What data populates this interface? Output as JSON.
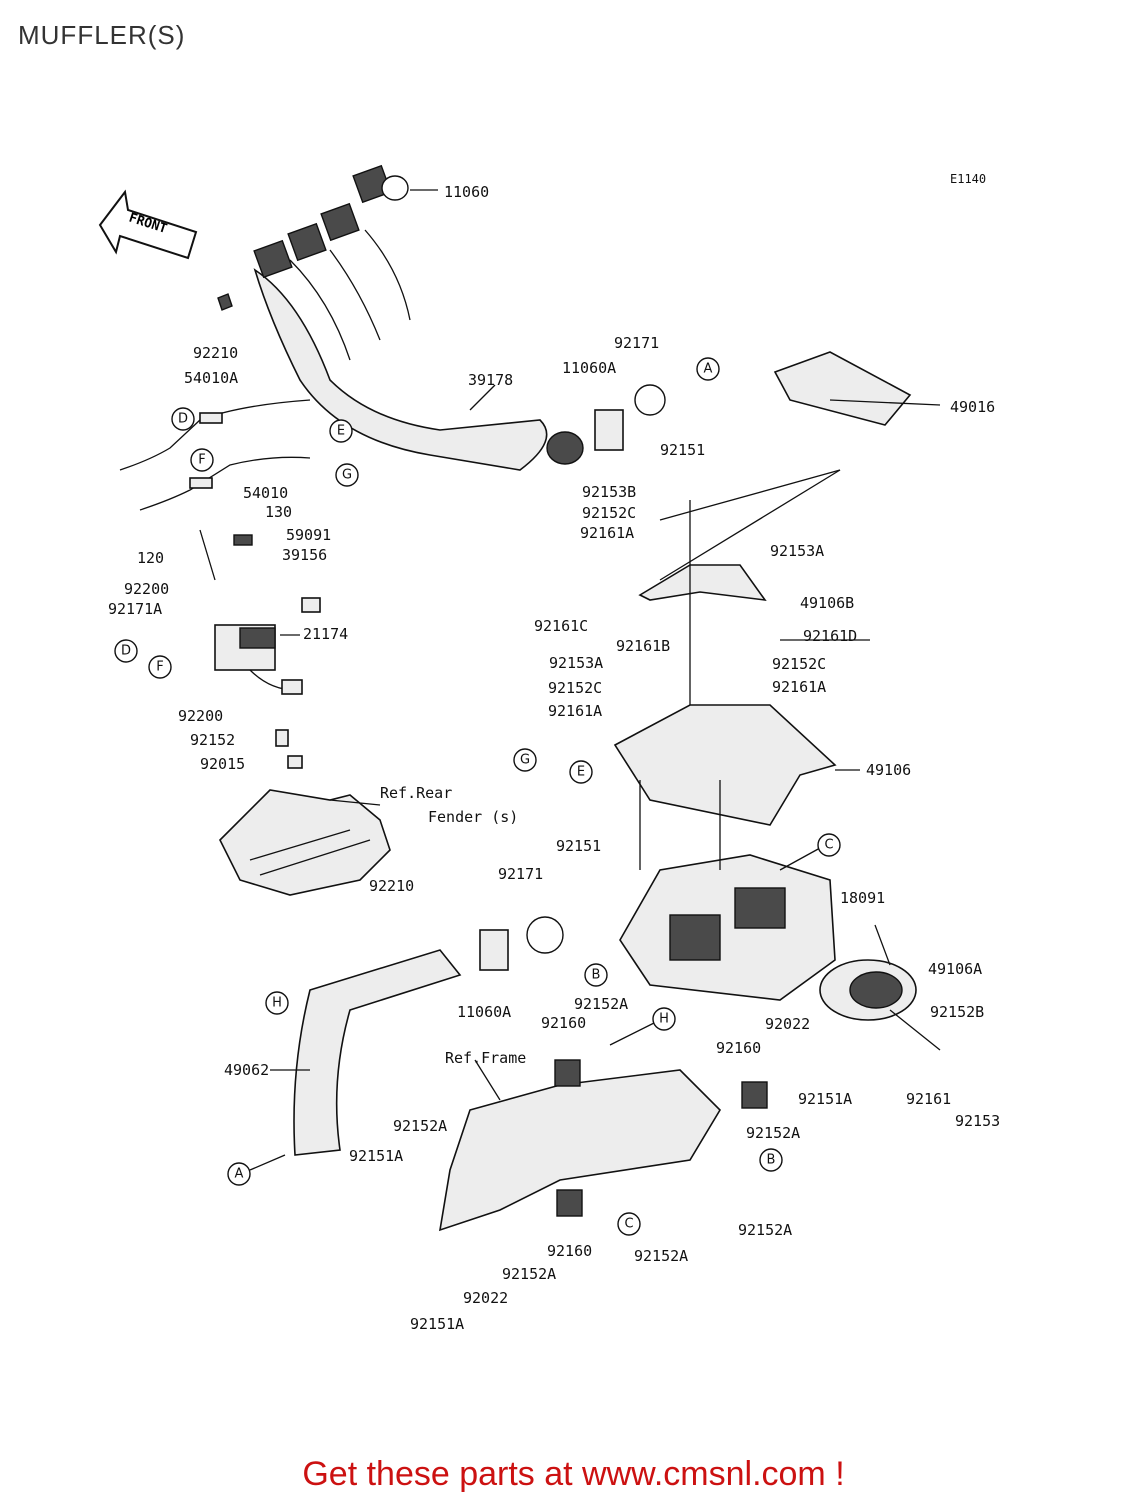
{
  "page": {
    "title": "MUFFLER(S)",
    "promo": "Get these parts at www.cmsnl.com !",
    "diagram_code": "E1140",
    "front_label": "FRONT"
  },
  "callouts": [
    "A",
    "A",
    "B",
    "B",
    "C",
    "C",
    "D",
    "D",
    "E",
    "E",
    "F",
    "F",
    "G",
    "G",
    "H",
    "H"
  ],
  "parts": [
    "11060",
    "92210",
    "54010A",
    "39178",
    "11060A",
    "92171",
    "92151",
    "49016",
    "54010",
    "130",
    "120",
    "59091",
    "39156",
    "92200",
    "92171A",
    "21174",
    "92153B",
    "92152C",
    "92161A",
    "92153A",
    "49106B",
    "92161C",
    "92161B",
    "92161D",
    "92153A",
    "92152C",
    "92152C",
    "92161A",
    "92161A",
    "49106",
    "92200",
    "92152",
    "92015",
    "92151",
    "92171",
    "18091",
    "92210",
    "11060A",
    "49106A",
    "92152B",
    "92022",
    "92160",
    "92152A",
    "92160",
    "92151A",
    "92161",
    "92153",
    "49062",
    "92152A",
    "92151A",
    "92152A",
    "92152A",
    "92160",
    "92152A",
    "92022",
    "92151A"
  ],
  "refs": [
    "Ref.Rear",
    "Fender (s)",
    "Ref.Frame"
  ]
}
